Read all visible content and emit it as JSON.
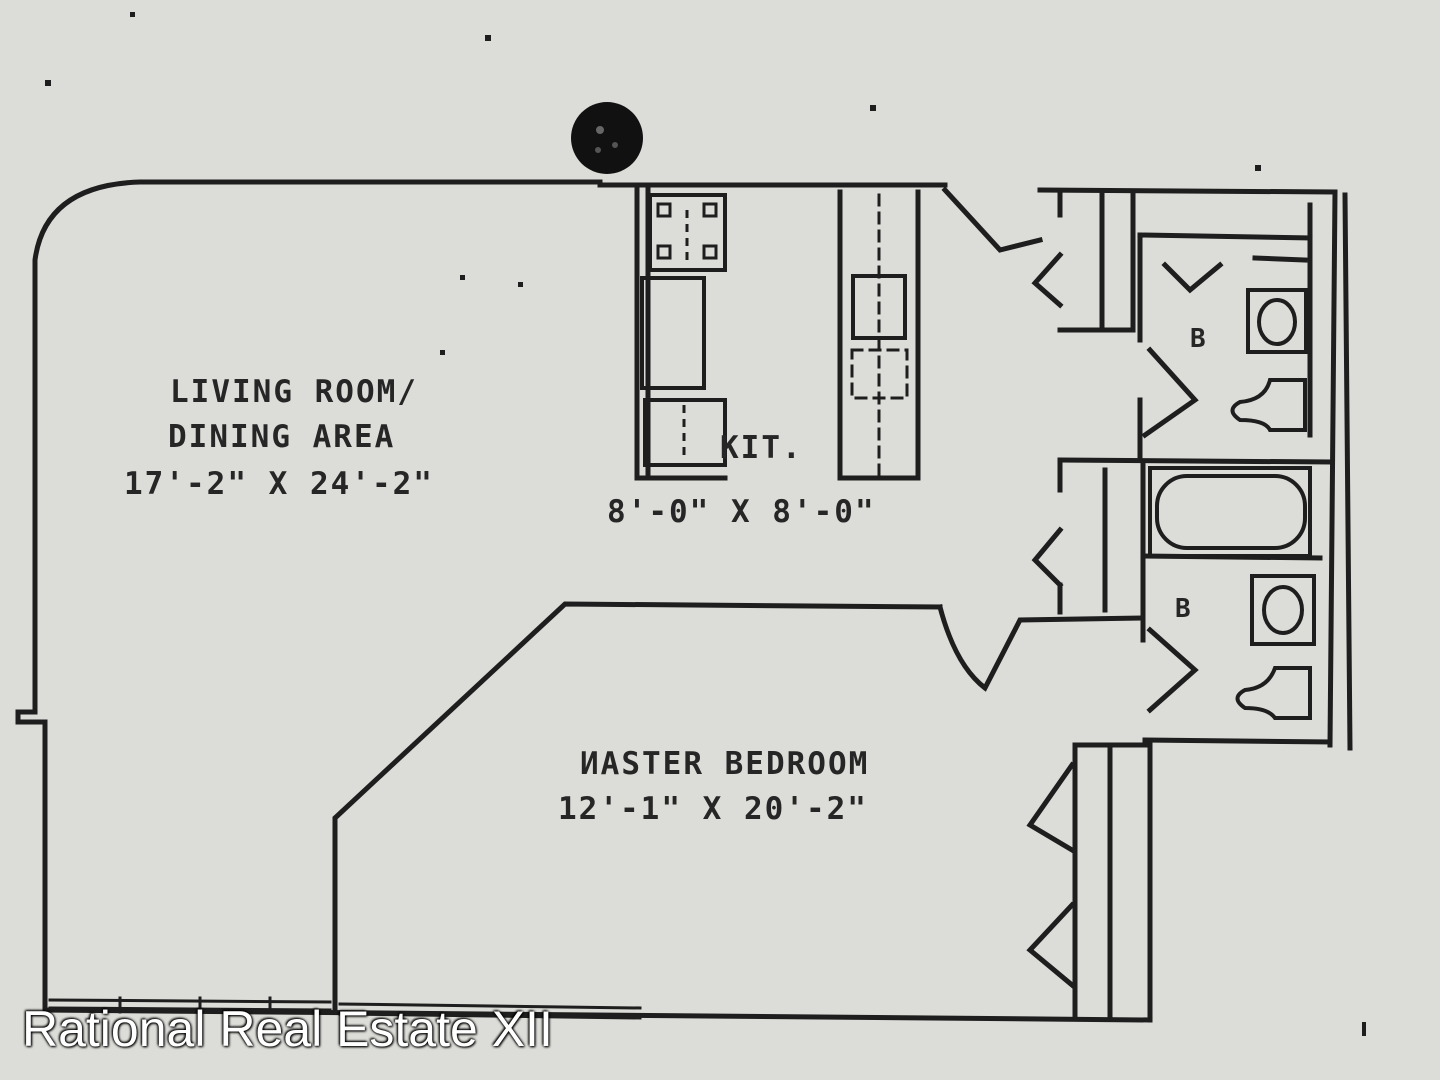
{
  "rooms": {
    "living": {
      "line1": "LIVING ROOM/",
      "line2": "DINING AREA",
      "dims": "17'-2\" X 24'-2\""
    },
    "kitchen": {
      "label": "KIT.",
      "dims": "8'-0\" X 8'-0\""
    },
    "master": {
      "label": "ИASTER BEDROOM",
      "dims": "12'-1\" X 20'-2\""
    },
    "bath_upper": {
      "label": "B"
    },
    "bath_lower": {
      "label": "B"
    }
  },
  "watermark": {
    "text": "Rational Real Estate XII"
  },
  "colors": {
    "paper": "#dcddd8",
    "ink": "#1e1e1e",
    "watermark": "#ffffff"
  }
}
